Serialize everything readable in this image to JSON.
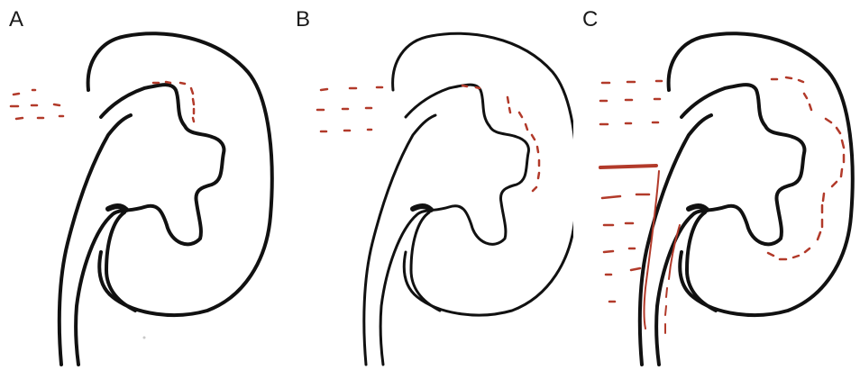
{
  "figure": {
    "panels": [
      {
        "label": "A",
        "leak_level": "minimal"
      },
      {
        "label": "B",
        "leak_level": "moderate"
      },
      {
        "label": "C",
        "leak_level": "extensive"
      }
    ],
    "colors": {
      "outline": "#111111",
      "extravasation": "#b23a2a",
      "background": "#ffffff"
    }
  }
}
